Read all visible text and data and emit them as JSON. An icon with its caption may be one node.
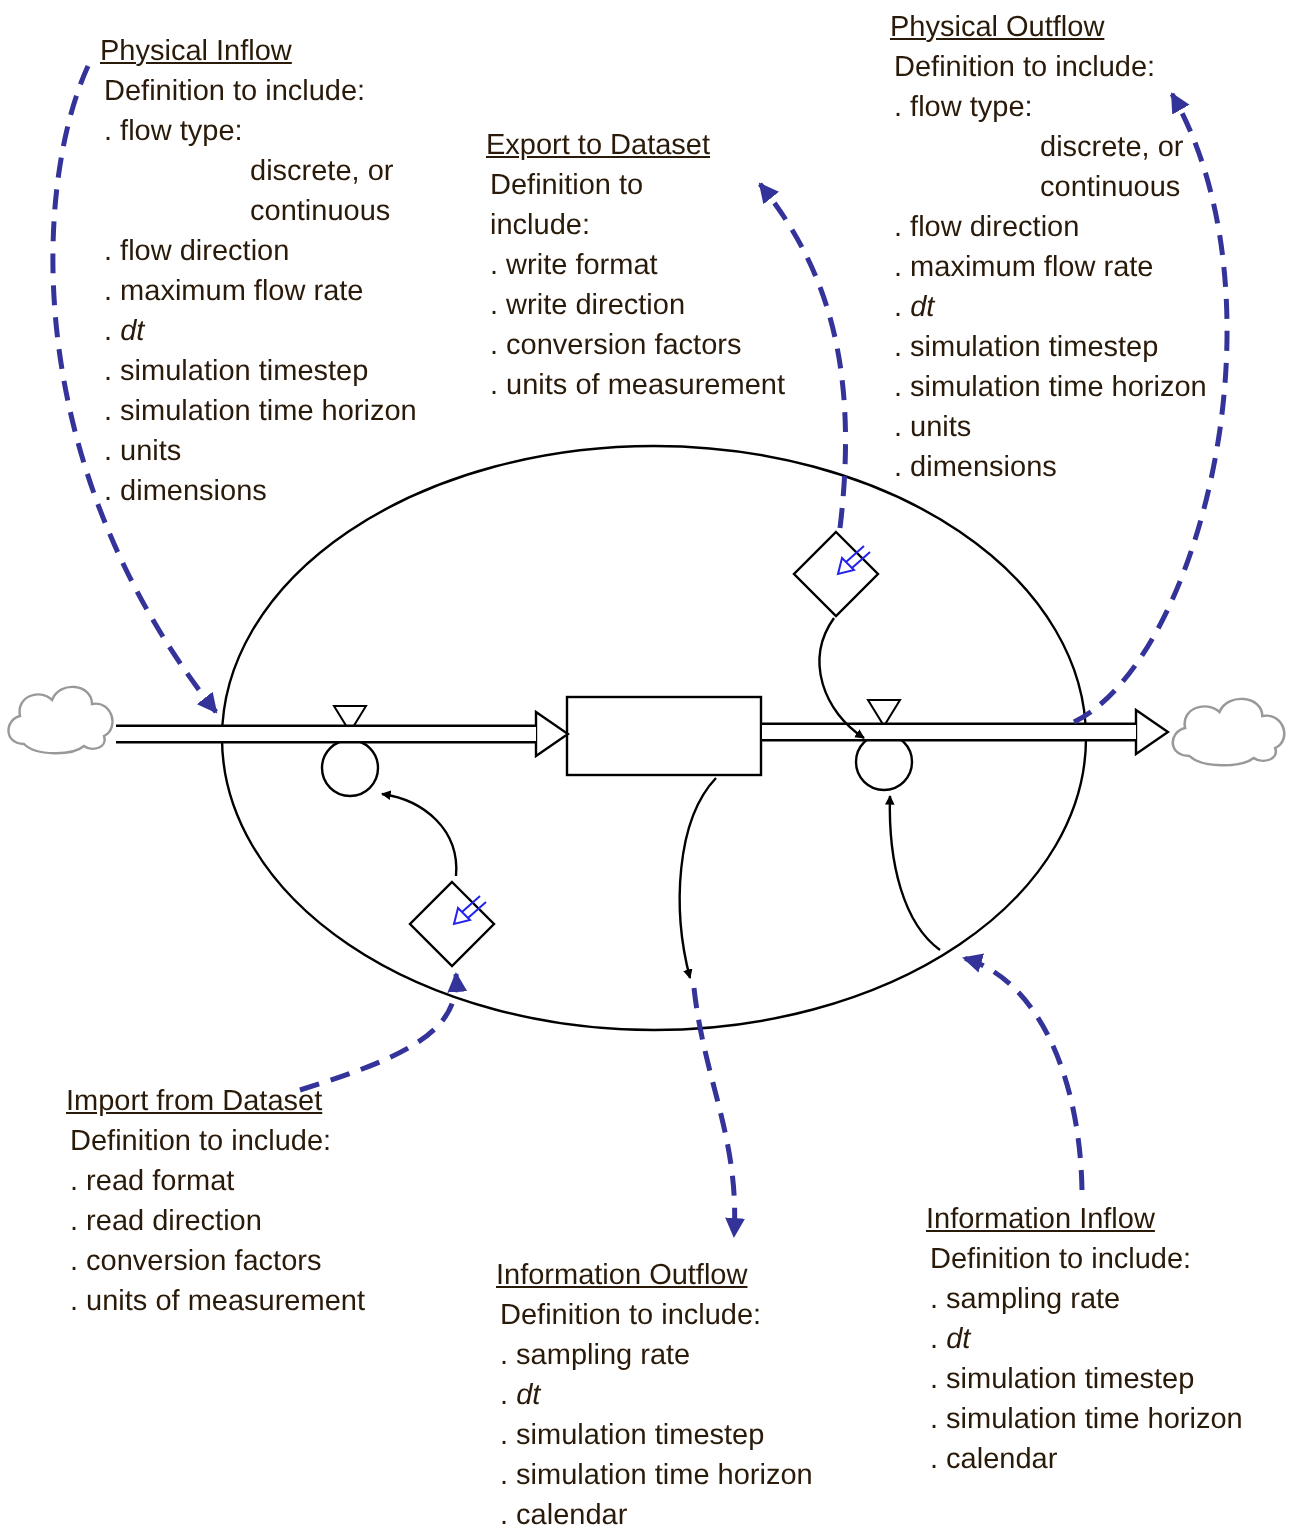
{
  "diagram": {
    "nodes": [
      {
        "text": [],
        "shape": "ellipse"
      },
      {
        "text": [],
        "shape": "cloud"
      },
      {
        "text": [],
        "shape": "cloud"
      },
      {
        "text": [],
        "shape": "circle",
        "in": 0
      },
      {
        "text": [],
        "shape": "box",
        "in": 0
      },
      {
        "text": [],
        "shape": "circle",
        "in": 0
      },
      {
        "text": [],
        "shape": "diamond",
        "in": 0
      },
      {
        "text": [],
        "shape": "diamond",
        "in": 0
      },
      {
        "text": [
          "Physical Inflow",
          "Definition to include:",
          ". flow type:",
          "discrete, or continuous",
          ". flow direction",
          ". maximum flow rate",
          ". *dt*",
          ". simulation timestep",
          ". simulation time horizon",
          ". units",
          ". dimensions"
        ]
      },
      {
        "text": [
          "Export to Dataset",
          "Definition to include:",
          ". write format",
          ". write direction",
          ". conversion factors",
          ". units of measurement"
        ]
      },
      {
        "text": [
          "Physical Outflow",
          "Definition to include:",
          ". flow type:",
          "discrete, or continuous",
          ". flow direction",
          ". maximum flow rate",
          ". *dt*",
          ". simulation timestep",
          ". simulation time horizon",
          ". units",
          ". dimensions"
        ]
      },
      {
        "text": [
          "Import from Dataset",
          "Definition to include:",
          ". read format",
          ". read direction",
          ". conversion factors",
          ". units of measurement"
        ]
      },
      {
        "text": [
          "Information Outflow",
          "Definition to include:",
          ". sampling rate",
          ". *dt*",
          ". simulation timestep",
          ". simulation time horizon",
          ". calendar"
        ]
      },
      {
        "text": [
          "Information Inflow",
          "Definition to include:",
          ". sampling rate",
          ". *dt*",
          ". simulation timestep",
          ". simulation time horizon",
          ". calendar"
        ]
      }
    ],
    "edges": [
      {
        "from": 1,
        "to": 4,
        "arrow": "to",
        "style": "thick",
        "color": "#000000"
      },
      {
        "from": 4,
        "to": 2,
        "arrow": "to",
        "style": "thick",
        "color": "#000000"
      },
      {
        "from": 6,
        "to": 3,
        "arrow": "to",
        "color": "#000000"
      },
      {
        "from": 7,
        "to": 5,
        "arrow": "to",
        "color": "#000000"
      },
      {
        "from": 4,
        "to": 0,
        "arrow": "to",
        "color": "#000000"
      },
      {
        "from": 0,
        "to": 5,
        "arrow": "to",
        "color": "#000000"
      },
      {
        "from": 8,
        "to": 0,
        "arrow": "to",
        "style": "dashed",
        "color": "#333399"
      },
      {
        "from": 7,
        "to": 9,
        "arrow": "to",
        "style": "dashed",
        "color": "#333399"
      },
      {
        "from": 0,
        "to": 10,
        "arrow": "to",
        "style": "dashed",
        "color": "#333399"
      },
      {
        "from": 11,
        "to": 6,
        "arrow": "to",
        "style": "dashed",
        "color": "#333399"
      },
      {
        "from": 0,
        "to": 12,
        "arrow": "to",
        "style": "dashed",
        "color": "#333399"
      },
      {
        "from": 13,
        "to": 0,
        "arrow": "to",
        "style": "dashed",
        "color": "#333399"
      }
    ]
  }
}
